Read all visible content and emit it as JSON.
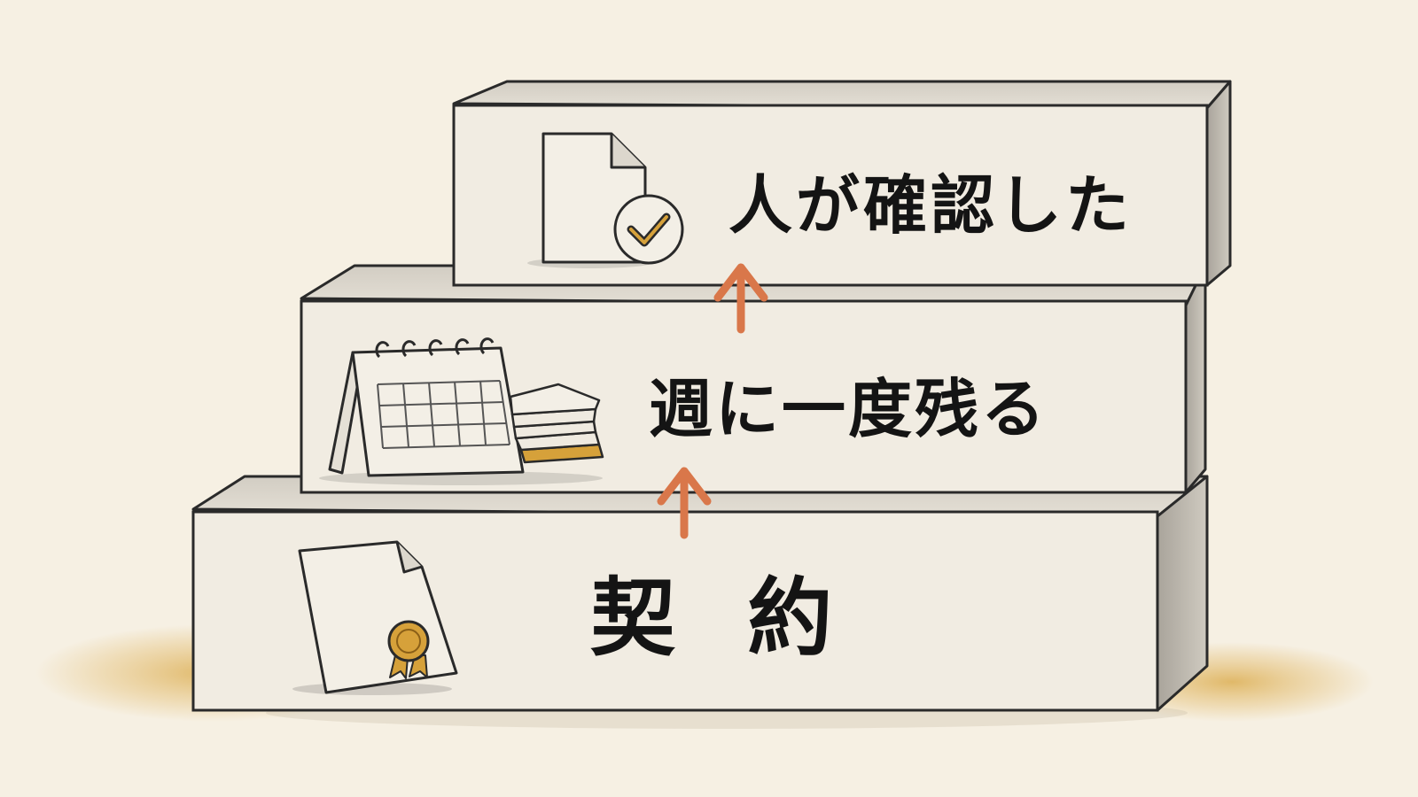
{
  "steps": [
    {
      "label": "人が確認した",
      "icon": "document-check-icon"
    },
    {
      "label": "週に一度残る",
      "icon": "desk-calendar-icon"
    },
    {
      "label": "契 約",
      "icon": "certificate-icon"
    }
  ],
  "arrows": [
    "up-arrow-icon",
    "up-arrow-icon"
  ],
  "colors": {
    "background": "#f6f0e3",
    "block_face": "#f1ece2",
    "block_top": "#dcd7cd",
    "block_side": "#bdb8ae",
    "outline": "#2a2a2a",
    "arrow": "#d9774a",
    "gold": "#d6a13a"
  }
}
